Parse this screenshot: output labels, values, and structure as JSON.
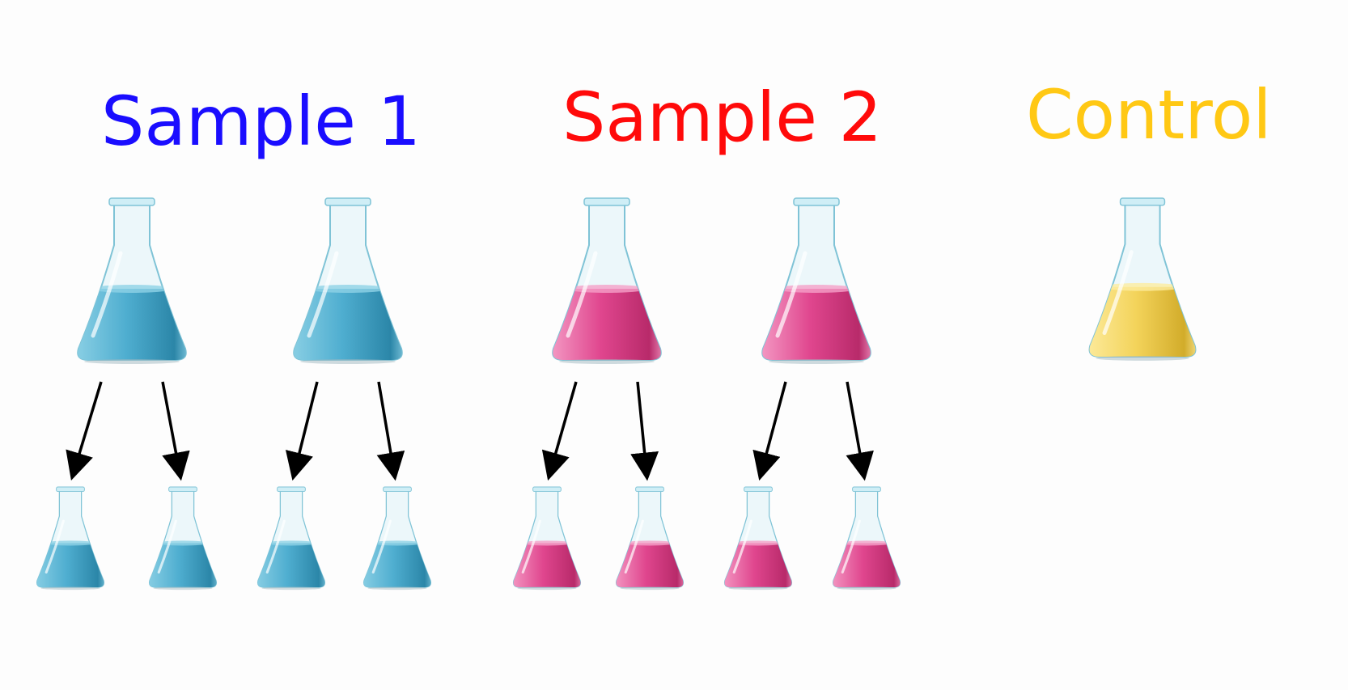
{
  "groups": [
    {
      "title": "Sample 1",
      "title_color": "#1a0dff",
      "liquid": "blue"
    },
    {
      "title": "Sample 2",
      "title_color": "#ff0a0a",
      "liquid": "pink"
    },
    {
      "title": "Control",
      "title_color": "#ffc814",
      "liquid": "yellow"
    }
  ],
  "colors": {
    "blue": {
      "light": "#8fd2e6",
      "mid": "#4faed0",
      "dark": "#2b86a8"
    },
    "pink": {
      "light": "#f5a0c8",
      "mid": "#e0468e",
      "dark": "#b82a6a"
    },
    "yellow": {
      "light": "#fdeca0",
      "mid": "#f3d35a",
      "dark": "#d2ac2a"
    },
    "glass": "#dff3f8",
    "glass_edge": "#7fc3d6",
    "arrow": "#000000"
  }
}
